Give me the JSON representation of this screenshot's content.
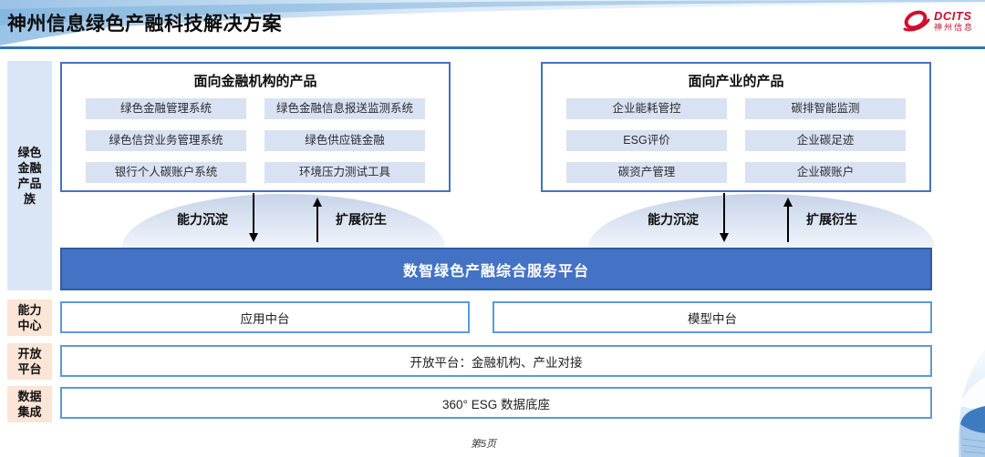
{
  "slide": {
    "title": "神州信息绿色产融科技解决方案",
    "page_number": "第5页"
  },
  "logo": {
    "brand": "DCITS",
    "brand_cn": "神州信息"
  },
  "sidebar": {
    "product_family": "绿色金融产品族",
    "capability_center": "能力中心",
    "open_platform": "开放平台",
    "data_integration": "数据集成"
  },
  "finance_products": {
    "title": "面向金融机构的产品",
    "items": [
      "绿色金融管理系统",
      "绿色金融信息报送监测系统",
      "绿色信贷业务管理系统",
      "绿色供应链金融",
      "银行个人碳账户系统",
      "环境压力测试工具"
    ]
  },
  "industry_products": {
    "title": "面向产业的产品",
    "items": [
      "企业能耗管控",
      "碳排智能监测",
      "ESG评价",
      "企业碳足迹",
      "碳资产管理",
      "企业碳账户"
    ]
  },
  "flows": {
    "down_label": "能力沉淀",
    "up_label": "扩展衍生"
  },
  "platform": {
    "label": "数智绿色产融综合服务平台"
  },
  "middle_platforms": {
    "app": "应用中台",
    "model": "模型中台"
  },
  "open_platform_row": {
    "label": "开放平台：金融机构、产业对接"
  },
  "data_row": {
    "label": "360° ESG 数据底座"
  },
  "colors": {
    "accent_line": "#2E75B6",
    "box_border": "#4472C4",
    "platform_bg": "#4472C4",
    "pill_bg": "#D9E2F3",
    "sidebar_blue": "#DAE6F5",
    "sidebar_peach": "#FBE5D6",
    "logo_red": "#CE0E2D"
  }
}
